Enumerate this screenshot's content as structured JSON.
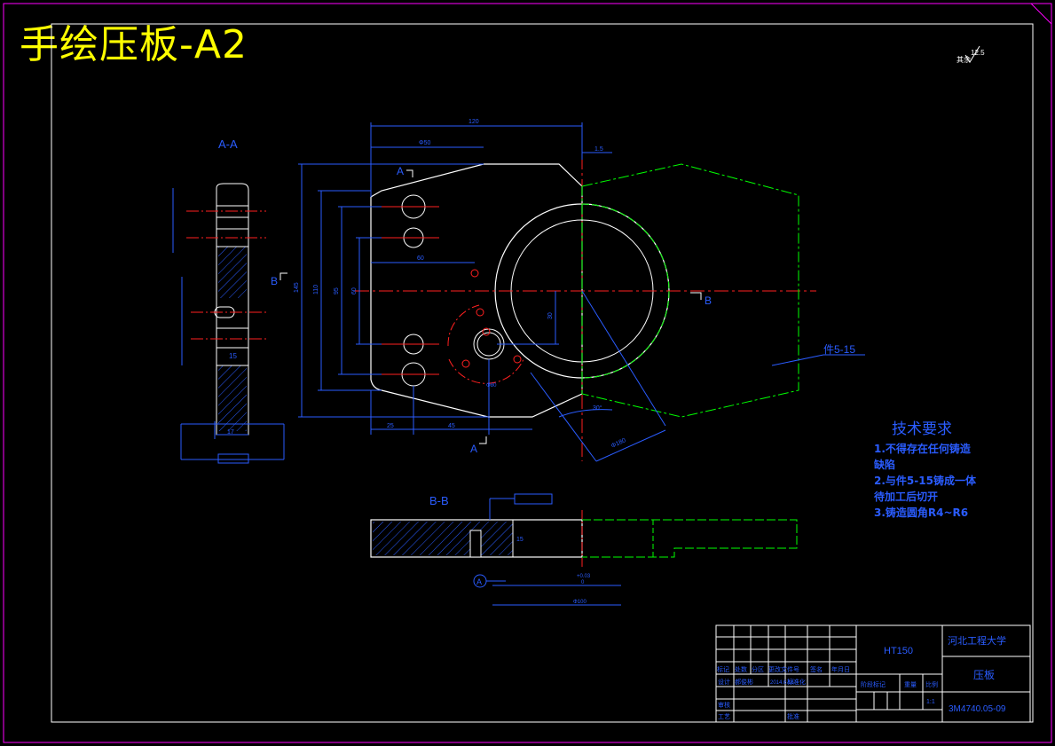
{
  "drawing_title": "手绘压板-A2",
  "section_labels": {
    "aa": "A-A",
    "bb": "B-B",
    "a_top": "A",
    "a_bottom": "A",
    "b_left": "B",
    "b_right": "B"
  },
  "part_note": "件5-15",
  "roughness": "12.5",
  "roughness_other": "其余",
  "datum_label": "A",
  "dims": {
    "d120": "120",
    "d650": "Φ50",
    "d1_5": "1.5",
    "d145": "145",
    "d110": "110",
    "d95": "95",
    "d60v": "60",
    "d60h": "60",
    "d30": "30",
    "d25": "25",
    "d45": "45",
    "d17": "17",
    "d15": "15",
    "d180": "Φ180",
    "d30deg": "30°",
    "d100": "Φ100",
    "d80": "Φ80",
    "tol_plus": "+0.03",
    "tol_zero": "0"
  },
  "tech_requirements": {
    "heading": "技术要求",
    "items": [
      "1.不得存在任何铸造",
      "缺陷",
      "2.与件5-15铸成一体",
      "待加工后切开",
      "3.铸造圆角R4~R6"
    ]
  },
  "title_block": {
    "material": "HT150",
    "school": "河北工程大学",
    "part_name": "压板",
    "drawing_no": "3M4740.05-09",
    "scale_label": "比例",
    "scale": "1:1",
    "stage_label": "阶段标记",
    "weight_label": "重量",
    "header_cells": [
      "标记",
      "处数",
      "分区",
      "更改文件号",
      "签名",
      "年月日"
    ],
    "design_label": "设计",
    "design_name": "郝俊彬",
    "design_date": "2014.6.16",
    "std_label": "标准化",
    "review_label": "审核",
    "process_label": "工艺",
    "approve_label": "批准"
  },
  "colors": {
    "frame": "#ff00ff",
    "outline": "#ffffff",
    "dimension": "#2a5cff",
    "center": "#ff2020",
    "phantom": "#00ff00",
    "title": "#ffff00"
  }
}
